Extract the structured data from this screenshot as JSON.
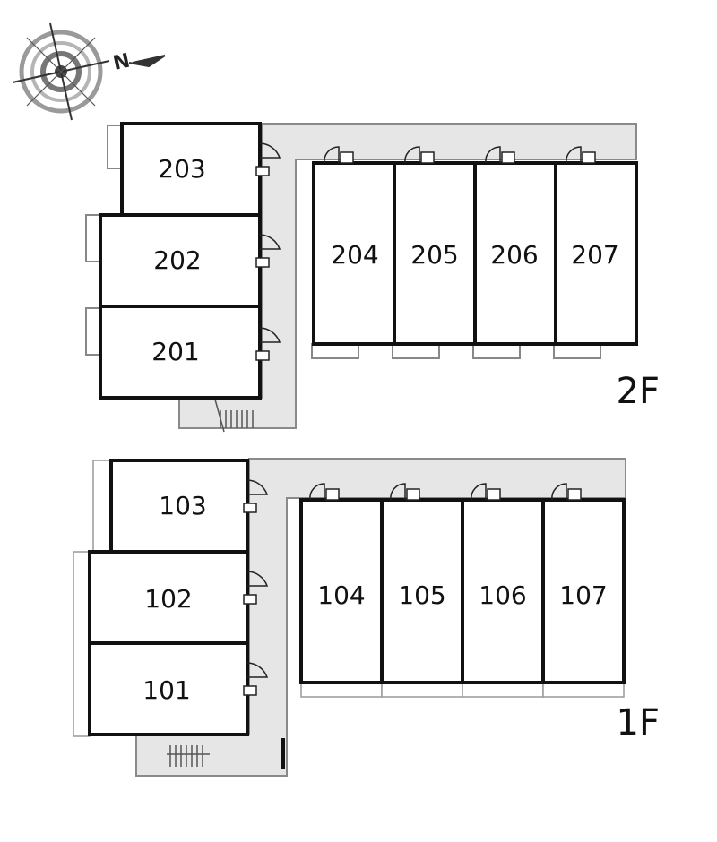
{
  "compass": {
    "north_label": "N",
    "icon": "compass-rose-icon"
  },
  "floors": [
    {
      "label": "2F",
      "units": [
        "203",
        "202",
        "201",
        "204",
        "205",
        "206",
        "207"
      ]
    },
    {
      "label": "1F",
      "units": [
        "103",
        "102",
        "101",
        "104",
        "105",
        "106",
        "107"
      ]
    }
  ],
  "colors": {
    "wall": "#111111",
    "corridor": "#e4e4e4",
    "outline": "#8a8a8a"
  }
}
